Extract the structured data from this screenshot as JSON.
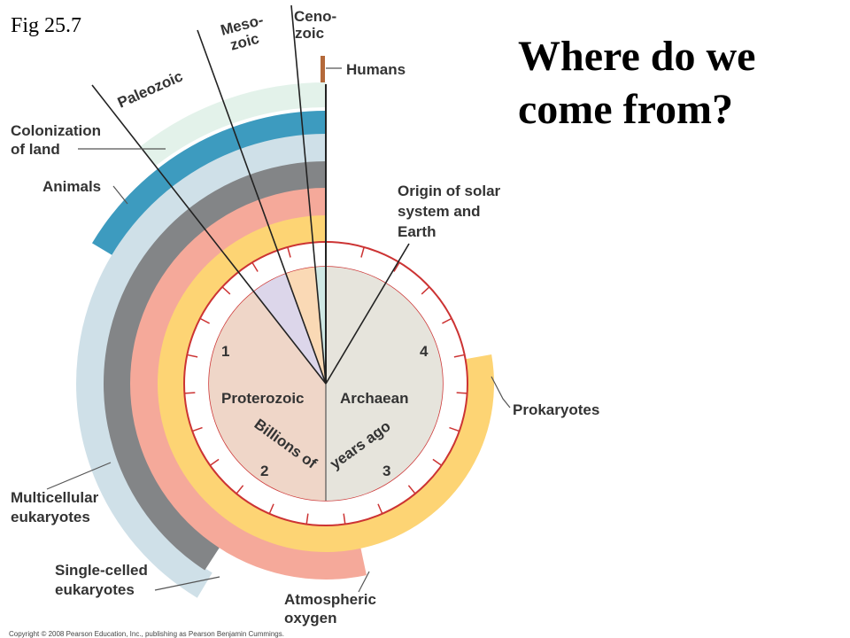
{
  "figure_label": "Fig 25.7",
  "title_lines": [
    "Where do we",
    "come from?"
  ],
  "copyright": "Copyright © 2008 Pearson Education, Inc., publishing as Pearson Benjamin Cummings.",
  "eras": {
    "paleozoic": "Paleozoic",
    "mesozoic": [
      "Meso-",
      "zoic"
    ],
    "cenozoic": [
      "Ceno-",
      "zoic"
    ],
    "proterozoic": "Proterozoic",
    "archaean": "Archaean"
  },
  "clock": {
    "numbers": [
      "1",
      "2",
      "3",
      "4"
    ],
    "axis_text": [
      "Billions of",
      "years ago"
    ]
  },
  "events": {
    "humans": "Humans",
    "colonization": [
      "Colonization",
      "of land"
    ],
    "animals": "Animals",
    "origin": [
      "Origin of solar",
      "system and",
      "Earth"
    ],
    "prokaryotes": "Prokaryotes",
    "multicellular": [
      "Multicellular",
      "eukaryotes"
    ],
    "single_celled": [
      "Single-celled",
      "eukaryotes"
    ],
    "oxygen": [
      "Atmospheric",
      "oxygen"
    ]
  },
  "colors": {
    "colonization_band": "#e3f2ea",
    "animals_band": "#3d9bbf",
    "multicellular_band": "#cfe0e8",
    "single_celled_band": "#838587",
    "oxygen_band": "#f5a99a",
    "prokaryotes_band": "#fdd474",
    "clock_rim": "#cc3333",
    "proterozoic": "#efd6c8",
    "archaean": "#e6e4dc",
    "paleozoic_wedge": "#dcd6ea",
    "mesozoic_wedge": "#fad9b5",
    "cenozoic_wedge": "#cfe8e4",
    "humans_bar": "#b4693a"
  }
}
